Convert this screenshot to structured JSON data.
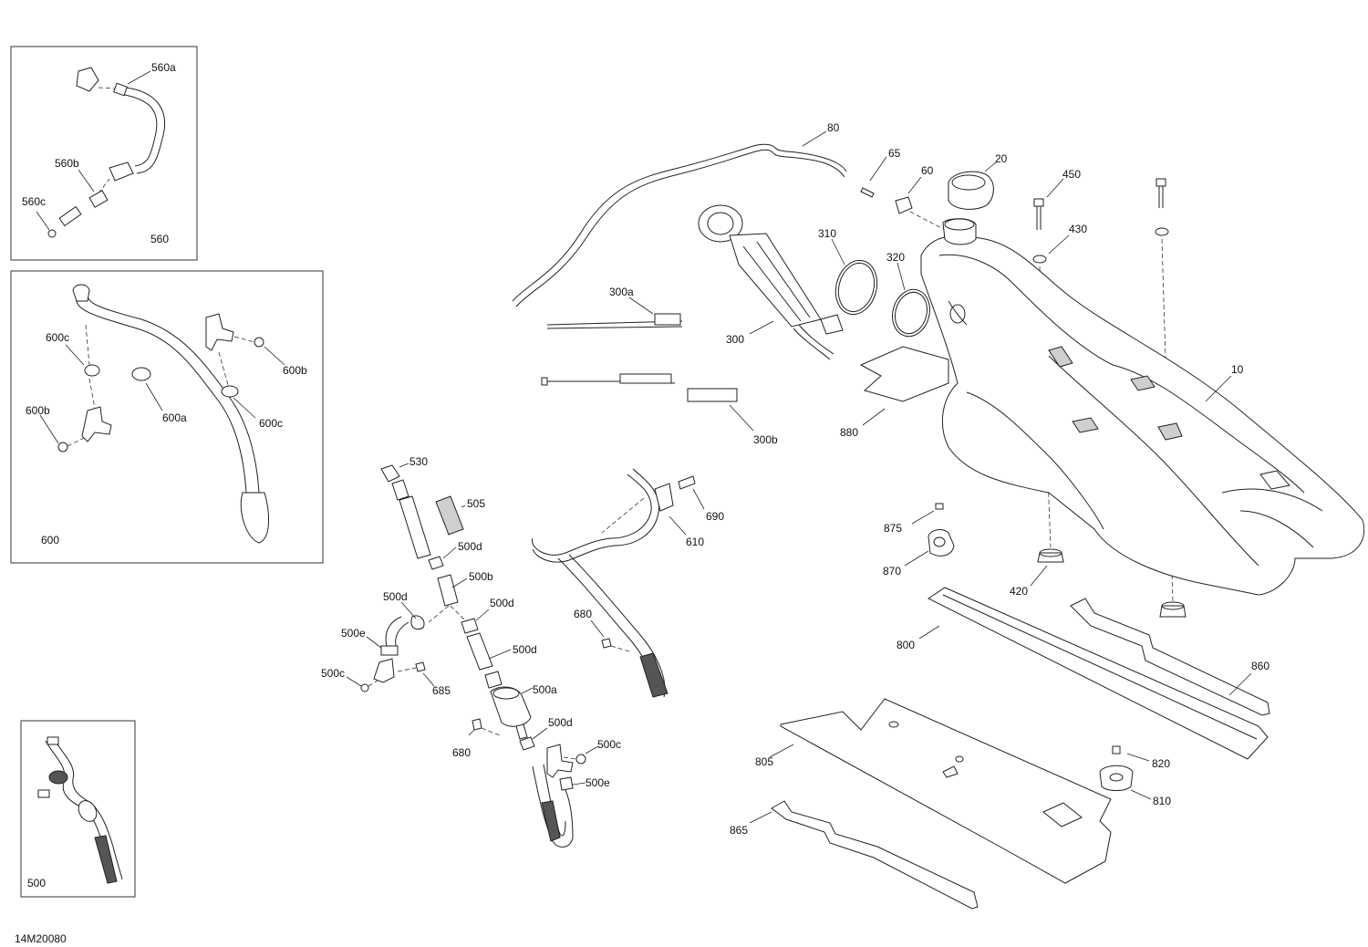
{
  "diagram_id": "14M20080",
  "inset_labels": {
    "inset_560": "560",
    "inset_600": "600",
    "inset_500": "500"
  },
  "callouts": {
    "c560a": "560a",
    "c560b": "560b",
    "c560c": "560c",
    "c600c_l": "600c",
    "c600b_r": "600b",
    "c600b_l": "600b",
    "c600a": "600a",
    "c600c_r": "600c",
    "c80": "80",
    "c65": "65",
    "c60": "60",
    "c20": "20",
    "c450": "450",
    "c430": "430",
    "c310": "310",
    "c320": "320",
    "c300a": "300a",
    "c300": "300",
    "c300b": "300b",
    "c880": "880",
    "c10": "10",
    "c530": "530",
    "c505": "505",
    "c500d_1": "500d",
    "c500b": "500b",
    "c500d_2": "500d",
    "c500d_3": "500d",
    "c500e_1": "500e",
    "c500d_4": "500d",
    "c500c_1": "500c",
    "c685": "685",
    "c500a": "500a",
    "c680_1": "680",
    "c500d_5": "500d",
    "c500c_2": "500c",
    "c500e_2": "500e",
    "c690": "690",
    "c610": "610",
    "c680_2": "680",
    "c875": "875",
    "c870": "870",
    "c420": "420",
    "c800": "800",
    "c860": "860",
    "c805": "805",
    "c820": "820",
    "c810": "810",
    "c865": "865"
  }
}
